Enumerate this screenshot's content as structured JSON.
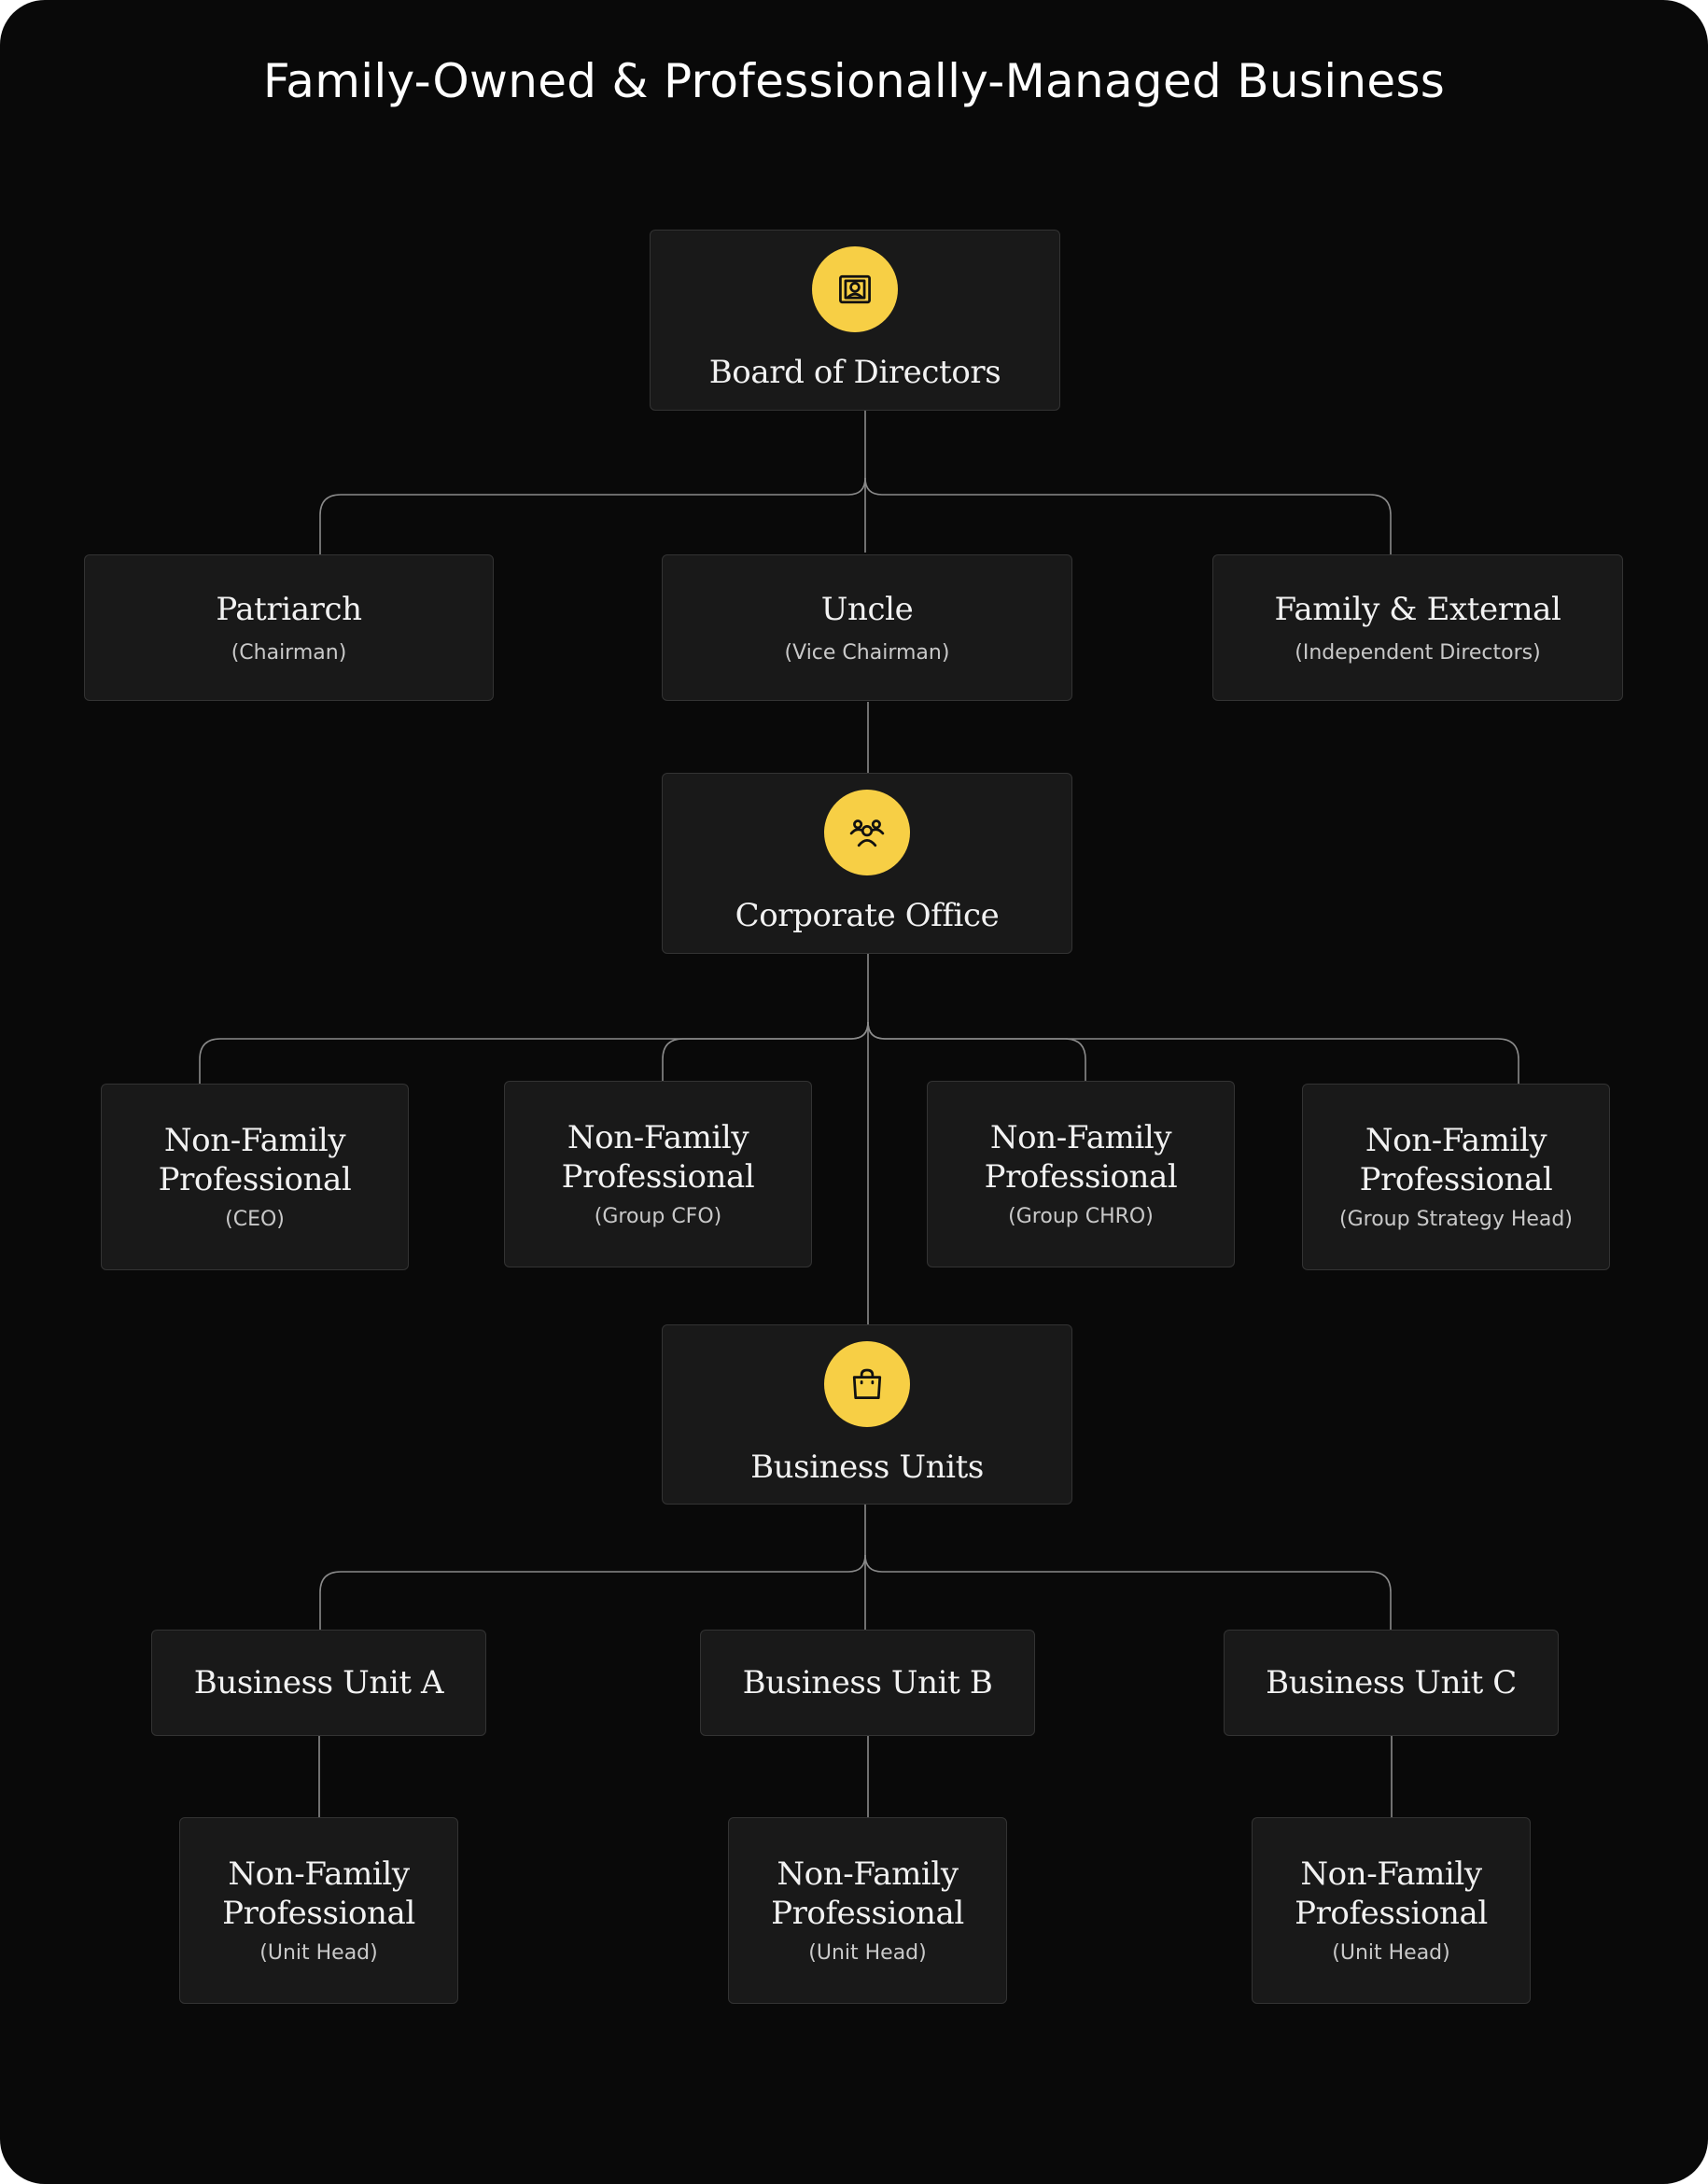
{
  "page": {
    "title": "Family-Owned & Professionally-Managed Business"
  },
  "colors": {
    "background": "#090909",
    "node_fill": "#191919",
    "node_border": "#333333",
    "icon_accent": "#f7cf45",
    "connector": "#8a8a8a",
    "text_primary": "#f2f2f2",
    "text_secondary": "#c9c9c9"
  },
  "nodes": {
    "board": {
      "icon": "portrait-icon",
      "line1": "Board of Directors"
    },
    "patriarch": {
      "line1": "Patriarch",
      "sub": "(Chairman)"
    },
    "uncle": {
      "line1": "Uncle",
      "sub": "(Vice Chairman)"
    },
    "family_external": {
      "line1": "Family & External",
      "sub": "(Independent Directors)"
    },
    "corporate_office": {
      "icon": "people-group-icon",
      "line1": "Corporate Office"
    },
    "ceo": {
      "line1": "Non-Family",
      "line2": "Professional",
      "sub": "(CEO)"
    },
    "cfo": {
      "line1": "Non-Family",
      "line2": "Professional",
      "sub": "(Group CFO)"
    },
    "chro": {
      "line1": "Non-Family",
      "line2": "Professional",
      "sub": "(Group CHRO)"
    },
    "strategy": {
      "line1": "Non-Family",
      "line2": "Professional",
      "sub": "(Group Strategy Head)"
    },
    "business_units": {
      "icon": "shopping-bag-icon",
      "line1": "Business Units"
    },
    "unit_a": {
      "line1": "Business Unit A"
    },
    "unit_b": {
      "line1": "Business Unit B"
    },
    "unit_c": {
      "line1": "Business Unit C"
    },
    "head_a": {
      "line1": "Non-Family",
      "line2": "Professional",
      "sub": "(Unit Head)"
    },
    "head_b": {
      "line1": "Non-Family",
      "line2": "Professional",
      "sub": "(Unit Head)"
    },
    "head_c": {
      "line1": "Non-Family",
      "line2": "Professional",
      "sub": "(Unit Head)"
    }
  }
}
